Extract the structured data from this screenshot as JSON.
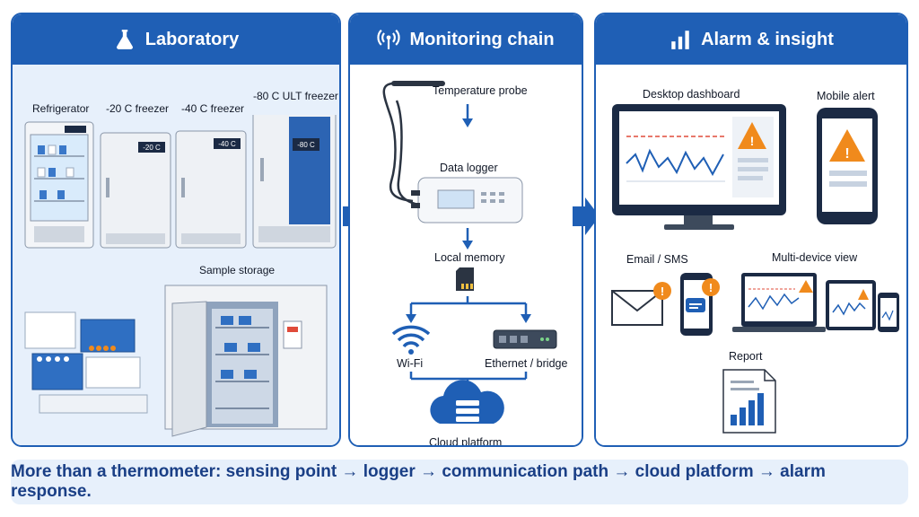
{
  "panels": {
    "laboratory": {
      "title": "Laboratory",
      "refrigerator": "Refrigerator",
      "freezer20": "-20 C freezer",
      "freezer40": "-40 C freezer",
      "freezer80": "-80 C ULT freezer",
      "display20": "-20 C",
      "display40": "-40 C",
      "display80": "-80 C",
      "sample_storage": "Sample storage"
    },
    "monitoring": {
      "title": "Monitoring chain",
      "probe": "Temperature probe",
      "logger": "Data logger",
      "memory": "Local memory",
      "wifi": "Wi-Fi",
      "ethernet": "Ethernet / bridge",
      "cloud": "Cloud platform"
    },
    "alarm": {
      "title": "Alarm & insight",
      "desktop": "Desktop dashboard",
      "mobile": "Mobile alert",
      "email": "Email / SMS",
      "multidevice": "Multi-device view",
      "report": "Report"
    }
  },
  "footer": "More than a thermometer: sensing point → logger → communication path → cloud platform → alarm response.",
  "colors": {
    "primary": "#1f5fb5",
    "panel_bg": "#e7f0fb",
    "alert": "#f08a1c",
    "dashed_limit": "#e04b3a"
  }
}
